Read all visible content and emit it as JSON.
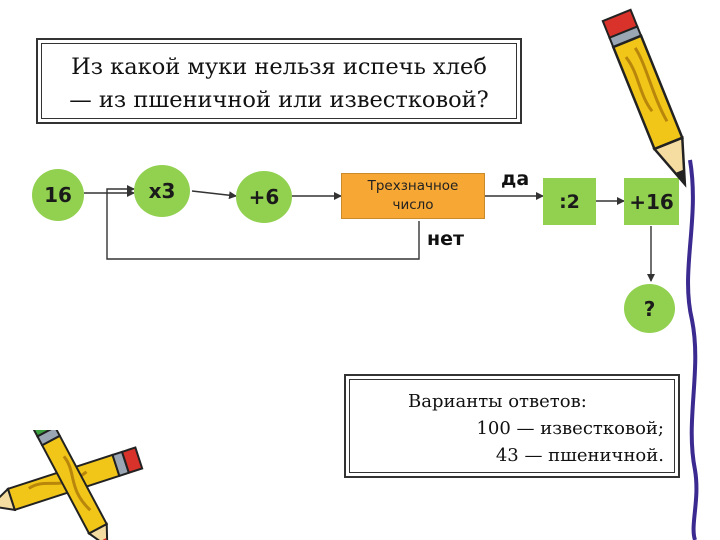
{
  "question": {
    "line1": "Из какой муки нельзя испечь хлеб",
    "line2": "— из пшеничной или известковой?"
  },
  "flowchart": {
    "start": "16",
    "multiply": "x3",
    "add": "+6",
    "condition": {
      "line1": "Трехзначное",
      "line2": "число"
    },
    "yes_label": "да",
    "no_label": "нет",
    "divide": ":2",
    "add2": "+16",
    "result": "?"
  },
  "answers": {
    "title": "Варианты ответов:",
    "option1": "100 — известковой;",
    "option2": "43 — пшеничной."
  },
  "colors": {
    "node_green": "#92d050",
    "condition_orange": "#f7a733",
    "pencil_yellow": "#f2c619",
    "pencil_red": "#c0302a",
    "decor_purple": "#3b2a90"
  },
  "icons": [
    "pencil-icon",
    "crossed-pencils-icon"
  ]
}
